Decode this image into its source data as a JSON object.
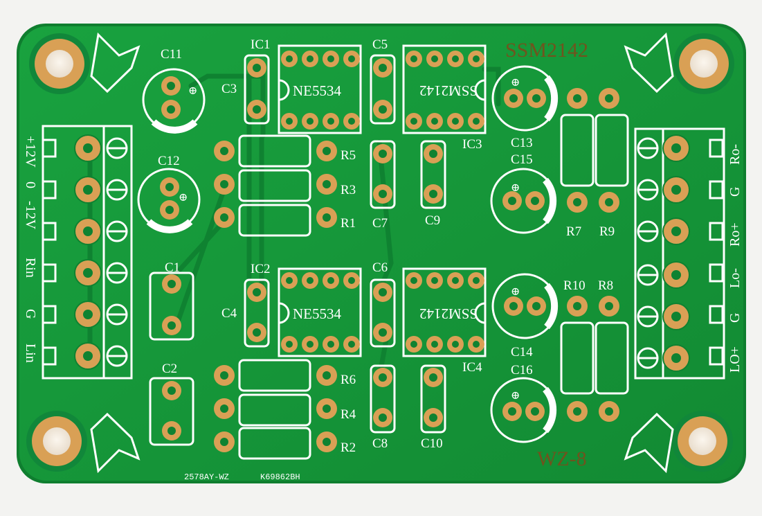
{
  "board": {
    "colors": {
      "soldermask": "#159a3a",
      "trace": "#0f8231",
      "silkscreen": "#ffffff",
      "copper": "#d9a055",
      "copper_text": "#7a4c1c",
      "background": "#f3f3f1"
    },
    "chips": {
      "ic1_ref": "IC1",
      "ic1_part": "NE5534",
      "ic2_ref": "IC2",
      "ic2_part": "NE5534",
      "ic3_ref": "IC3",
      "ic3_part": "SSM2142",
      "ic4_ref": "IC4",
      "ic4_part": "SSM2142"
    },
    "capacitors": {
      "c1": "C1",
      "c2": "C2",
      "c3": "C3",
      "c4": "C4",
      "c5": "C5",
      "c6": "C6",
      "c7": "C7",
      "c8": "C8",
      "c9": "C9",
      "c10": "C10",
      "c11": "C11",
      "c12": "C12",
      "c13": "C13",
      "c14": "C14",
      "c15": "C15",
      "c16": "C16"
    },
    "resistors": {
      "r1": "R1",
      "r2": "R2",
      "r3": "R3",
      "r4": "R4",
      "r5": "R5",
      "r6": "R6",
      "r7": "R7",
      "r8": "R8",
      "r9": "R9",
      "r10": "R10"
    },
    "left_terminal_labels": [
      "+12V",
      "0",
      "-12V",
      "Rin",
      "G",
      "Lin"
    ],
    "right_terminal_labels": [
      "Ro-",
      "G",
      "Ro+",
      "Lo-",
      "G",
      "LO+"
    ],
    "copper_markings": {
      "top": "SSM2142",
      "bottom": "WZ-8"
    },
    "bottom_codes": {
      "left": "2578AY-WZ",
      "right": "K69862BH"
    },
    "polarity_mark": "⊕"
  }
}
